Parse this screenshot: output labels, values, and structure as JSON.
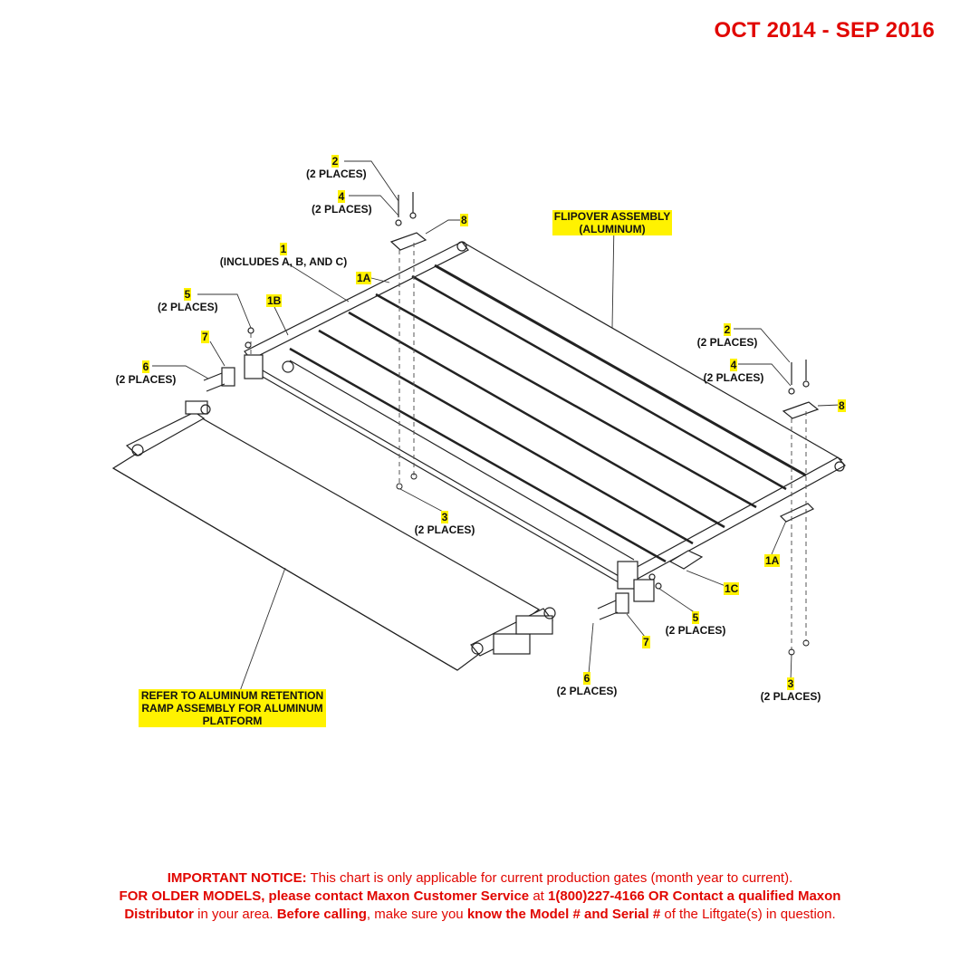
{
  "date_range": "OCT 2014 - SEP 2016",
  "callouts": {
    "c2_top": {
      "num": "2",
      "text": "(2 PLACES)"
    },
    "c4_top": {
      "num": "4",
      "text": "(2 PLACES)"
    },
    "c8_top": {
      "num": "8"
    },
    "c1": {
      "num": "1",
      "text": "(INCLUDES A, B, AND C)"
    },
    "c1a_top": {
      "num": "1A"
    },
    "c5_left": {
      "num": "5",
      "text": "(2 PLACES)"
    },
    "c1b": {
      "num": "1B"
    },
    "c7_left": {
      "num": "7"
    },
    "c6_left": {
      "num": "6",
      "text": "(2 PLACES)"
    },
    "c3_mid": {
      "num": "3",
      "text": "(2 PLACES)"
    },
    "c2_right": {
      "num": "2",
      "text": "(2 PLACES)"
    },
    "c4_right": {
      "num": "4",
      "text": "(2 PLACES)"
    },
    "c8_right": {
      "num": "8"
    },
    "c1a_right": {
      "num": "1A"
    },
    "c1c": {
      "num": "1C"
    },
    "c5_right": {
      "num": "5",
      "text": "(2 PLACES)"
    },
    "c7_right": {
      "num": "7"
    },
    "c6_right": {
      "num": "6",
      "text": "(2 PLACES)"
    },
    "c3_right": {
      "num": "3",
      "text": "(2 PLACES)"
    }
  },
  "flipover_note": {
    "line1": "FLIPOVER ASSEMBLY",
    "line2": "(ALUMINUM)"
  },
  "ramp_note": {
    "line1": "REFER TO ALUMINUM RETENTION",
    "line2": "RAMP ASSEMBLY FOR ALUMINUM",
    "line3": "PLATFORM"
  },
  "notice": {
    "p1_bold": "IMPORTANT NOTICE:",
    "p1": " This chart is only applicable for current production gates (month year to current).",
    "p2_bold": "FOR OLDER MODELS, please contact Maxon Customer Service",
    "p2_mid": " at ",
    "p2_bold2": "1(800)227-4166 OR Contact a qualified Maxon",
    "p3_bold": "Distributor",
    "p3_mid": " in your area. ",
    "p3_bold2": "Before calling",
    "p3_mid2": ", make sure you ",
    "p3_bold3": "know the Model # and Serial #",
    "p3_end": " of the Liftgate(s) in question."
  }
}
